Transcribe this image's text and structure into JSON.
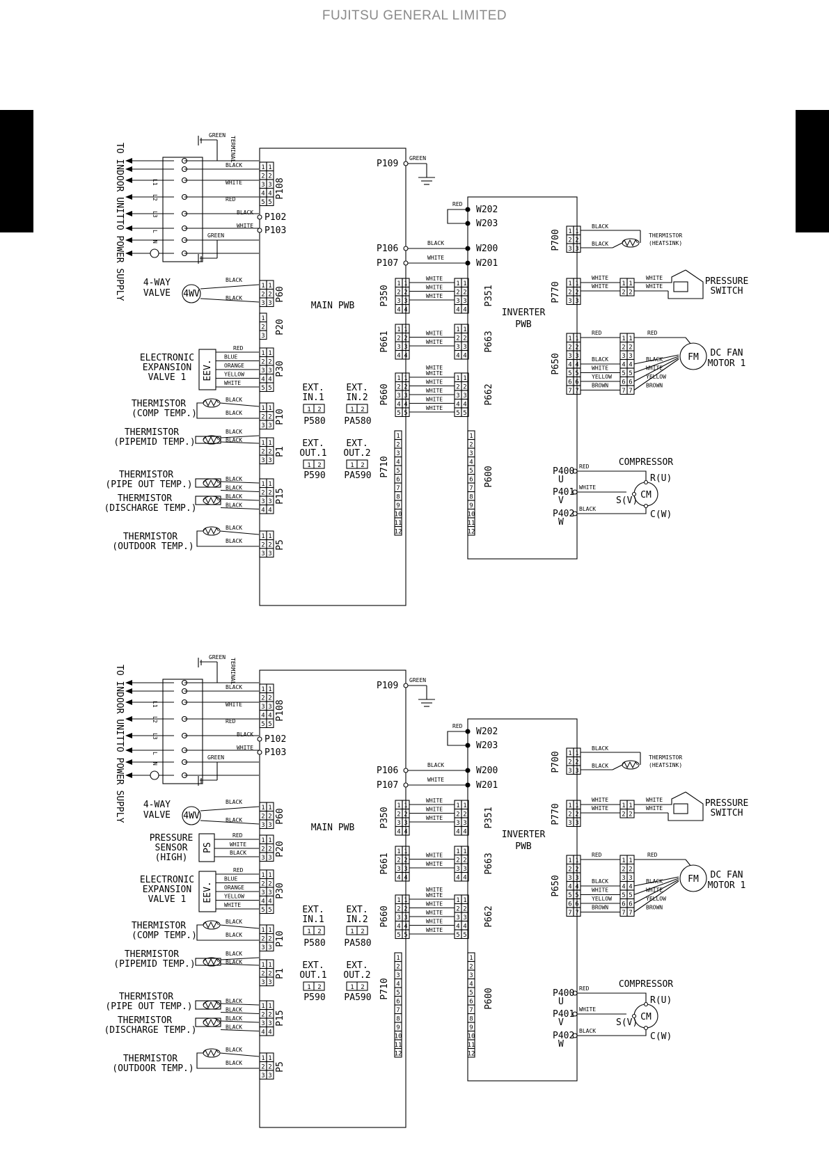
{
  "header": {
    "title": "FUJITSU GENERAL LIMITED"
  },
  "diagram": {
    "labels": {
      "to_indoor_unit": "TO INDOOR UNIT",
      "to_power_supply": "TO POWER SUPPLY",
      "terminal": "TERMINAL",
      "main_pwb": "MAIN PWB",
      "inverter_pwb_1": "INVERTER",
      "inverter_pwb_2": "PWB",
      "four_way_valve_1": "4-WAY",
      "four_way_valve_2": "VALVE",
      "four_way_symbol": "4WV",
      "eev_line1": "ELECTRONIC",
      "eev_line2": "EXPANSION",
      "eev_line3": "VALVE 1",
      "eev_symbol": "EEV.",
      "ps_line1": "PRESSURE",
      "ps_line2": "SENSOR",
      "ps_line3": "(HIGH)",
      "ps_symbol": "PS",
      "th_comp_1": "THERMISTOR",
      "th_comp_2": "(COMP TEMP.)",
      "th_pipemid_1": "THERMISTOR",
      "th_pipemid_2": "(PIPEMID TEMP.)",
      "th_pipeout_1": "THERMISTOR",
      "th_pipeout_2": "(PIPE OUT TEMP.)",
      "th_discharge_1": "THERMISTOR",
      "th_discharge_2": "(DISCHARGE TEMP.)",
      "th_outdoor_1": "THERMISTOR",
      "th_outdoor_2": "(OUTDOOR TEMP.)",
      "th_heatsink_1": "THERMISTOR",
      "th_heatsink_2": "(HEATSINK)",
      "pressure_switch_1": "PRESSURE",
      "pressure_switch_2": "SWITCH",
      "fan_motor_1": "DC FAN",
      "fan_motor_2": "MOTOR 1",
      "fm_symbol": "FM",
      "compressor": "COMPRESSOR",
      "cm_symbol": "CM",
      "r_u": "R(U)",
      "s_v": "S(V)",
      "c_w": "C(W)",
      "ext_in1_a": "EXT.",
      "ext_in1_b": "IN.1",
      "ext_in2_a": "EXT.",
      "ext_in2_b": "IN.2",
      "ext_out1_a": "EXT.",
      "ext_out1_b": "OUT.1",
      "ext_out2_a": "EXT.",
      "ext_out2_b": "OUT.2",
      "p580": "P580",
      "pa580": "PA580",
      "p590": "P590",
      "pa590": "PA590",
      "p109": "P109",
      "p102": "P102",
      "p103": "P103",
      "p106": "P106",
      "p107": "P107",
      "p400": "P400",
      "p401": "P401",
      "p402": "P402",
      "u": "U",
      "v": "V",
      "w": "W",
      "w202": "W202",
      "w203": "W203",
      "w200": "W200",
      "w201": "W201",
      "p108": "P108",
      "p60": "P60",
      "p20": "P20",
      "p30": "P30",
      "p10": "P10",
      "p1": "P1",
      "p15": "P15",
      "p5": "P5",
      "p350": "P350",
      "p351": "P351",
      "p661": "P661",
      "p663": "P663",
      "p660": "P660",
      "p662": "P662",
      "p710": "P710",
      "p600": "P600",
      "p700": "P700",
      "p770": "P770",
      "p650": "P650",
      "t_l1": "L1",
      "t_l2": "L2",
      "t_l3": "L3",
      "t_l": "L",
      "t_n": "N",
      "green": "GREEN",
      "black": "BLACK",
      "white": "WHITE",
      "red": "RED",
      "blue": "BLUE",
      "orange": "ORANGE",
      "yellow": "YELLOW",
      "brown": "BROWN",
      "n1": "1",
      "n2": "2",
      "n3": "3",
      "n4": "4",
      "n5": "5",
      "n6": "6",
      "n7": "7",
      "n8": "8",
      "n9": "9",
      "n10": "10",
      "n11": "11",
      "n12": "12"
    }
  }
}
